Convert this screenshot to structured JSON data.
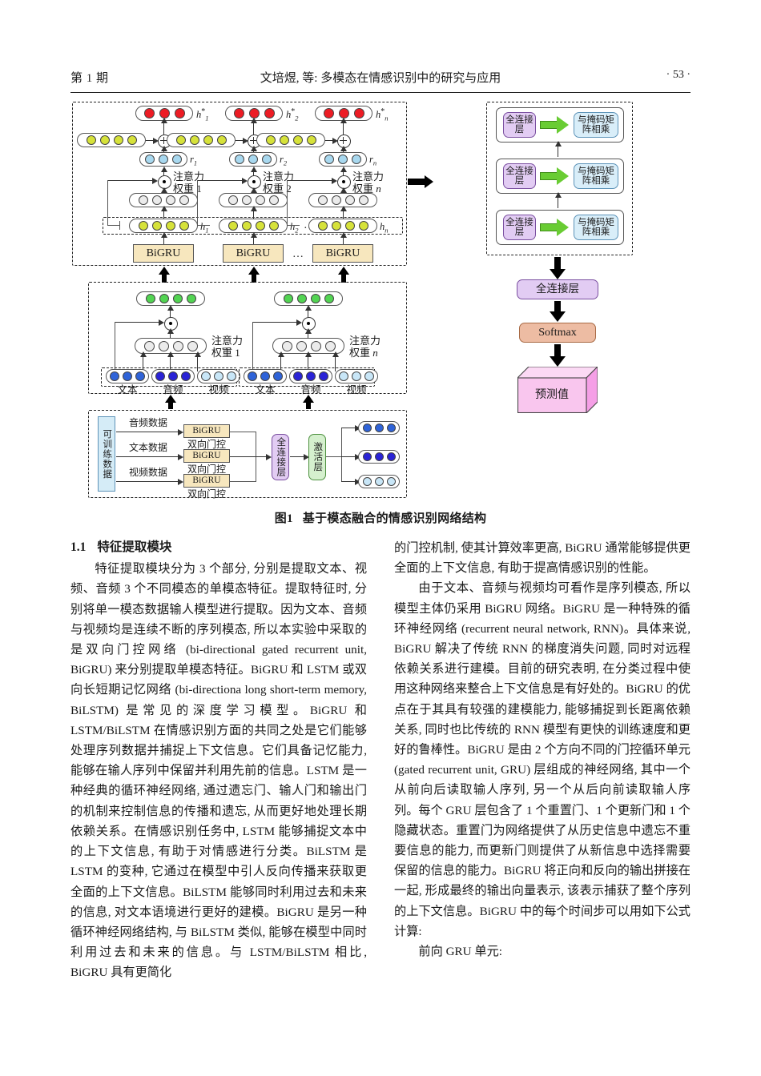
{
  "running_head": {
    "left": "第 1 期",
    "center": "文培煜, 等: 多模态在情感识别中的研究与应用",
    "right": "· 53 ·"
  },
  "figure": {
    "caption_number": "图1",
    "caption_text": "基于模态融合的情感识别网络结构",
    "top_block": {
      "attention_labels": [
        "注意力\n权重 1",
        "注意力\n权重 2",
        "注意力\n权重 n"
      ],
      "h_star_labels": [
        "h₁*",
        "h₂*",
        "hₙ*"
      ],
      "r_labels": [
        "r₁",
        "r₂",
        "rₙ"
      ],
      "h_labels": [
        "h₁",
        "h₂",
        "hₙ"
      ],
      "bigru_label": "BiGRU",
      "ellipsis": "…"
    },
    "middle_block": {
      "attention_labels": [
        "注意力\n权重 1",
        "注意力\n权重 n"
      ],
      "modalities": [
        "文本",
        "音频",
        "视频"
      ],
      "ellipsis": "…"
    },
    "bottom_block": {
      "data_source": "可训练数据",
      "stream_labels": [
        "音频数据",
        "文本数据",
        "视频数据"
      ],
      "bigru_label": "BiGRU",
      "gate_label": "双向门控",
      "fc_label": "全连接层",
      "act_label": "激活层"
    },
    "right_block": {
      "rows": [
        {
          "fc": "全连接层",
          "mask": "与掩码矩阵相乘"
        },
        {
          "fc": "全连接层",
          "mask": "与掩码矩阵相乘"
        },
        {
          "fc": "全连接层",
          "mask": "与掩码矩阵相乘"
        }
      ],
      "fc_final": "全连接层",
      "softmax": "Softmax",
      "prediction": "预测值"
    },
    "colors": {
      "bigru_fill": "#f7e7be",
      "fc_purple": "#e2ccf3",
      "mask_blue": "#d9eef9",
      "act_green": "#d5f0ce",
      "softmax": "#edbca3",
      "prediction": "#f9c6ee",
      "green_arrow": "#69cc33",
      "dot_red": "#ec1c24",
      "dot_yellow": "#d6e23a",
      "dot_cyan": "#a8d8ef",
      "dot_grey": "#ebebeb",
      "dot_green": "#52d452",
      "dot_text_blue": "#2f63d8",
      "dot_audio_blue": "#2a23d6",
      "dot_video_blue": "#c8e6f7",
      "train_data_fill": "#d5ecf7"
    }
  },
  "body": {
    "section_number": "1.1",
    "section_title": "特征提取模块",
    "left_column": [
      "特征提取模块分为 3 个部分, 分别是提取文本、视频、音频 3 个不同模态的单模态特征。提取特征时, 分别将单一模态数据输人模型进行提取。因为文本、音频与视频均是连续不断的序列模态, 所以本实验中采取的是双向门控网络 (bi-directional gated recurrent unit, BiGRU) 来分别提取单模态特征。BiGRU 和 LSTM 或双向长短期记忆网络 (bi-directiona long short-term memory, BiLSTM) 是常见的深度学习模型。BiGRU 和 LSTM/BiLSTM 在情感识别方面的共同之处是它们能够处理序列数据并捕捉上下文信息。它们具备记忆能力, 能够在输人序列中保留并利用先前的信息。LSTM 是一种经典的循环神经网络, 通过遗忘门、输人门和输出门的机制来控制信息的传播和遗忘, 从而更好地处理长期依赖关系。在情感识别任务中, LSTM 能够捕捉文本中的上下文信息, 有助于对情感进行分类。BiLSTM 是 LSTM 的变种, 它通过在模型中引人反向传播来获取更全面的上下文信息。BiLSTM 能够同时利用过去和未来的信息, 对文本语境进行更好的建模。BiGRU 是另一种循环神经网络结构, 与 BiLSTM 类似, 能够在模型中同时利用过去和未来的信息。与 LSTM/BiLSTM 相比, BiGRU 具有更简化"
    ],
    "right_column": [
      "的门控机制, 使其计算效率更高, BiGRU 通常能够提供更全面的上下文信息, 有助于提高情感识别的性能。",
      "由于文本、音频与视频均可看作是序列模态, 所以模型主体仍采用 BiGRU 网络。BiGRU 是一种特殊的循环神经网络 (recurrent neural network, RNN)。具体来说, BiGRU 解决了传统 RNN 的梯度消失问题, 同时对远程依赖关系进行建模。目前的研究表明, 在分类过程中使用这种网络来整合上下文信息是有好处的。BiGRU 的优点在于其具有较强的建模能力, 能够捕捉到长距离依赖关系, 同时也比传统的 RNN 模型有更快的训练速度和更好的鲁棒性。BiGRU 是由 2 个方向不同的门控循环单元 (gated recurrent unit, GRU) 层组成的神经网络, 其中一个从前向后读取输人序列, 另一个从后向前读取输人序列。每个 GRU 层包含了 1 个重置门、1 个更新门和 1 个隐藏状态。重置门为网络提供了从历史信息中遗忘不重要信息的能力, 而更新门则提供了从新信息中选择需要保留的信息的能力。BiGRU 将正向和反向的输出拼接在一起, 形成最终的输出向量表示, 该表示捕获了整个序列的上下文信息。BiGRU 中的每个时间步可以用如下公式计算:",
      "前向 GRU 单元:"
    ]
  }
}
